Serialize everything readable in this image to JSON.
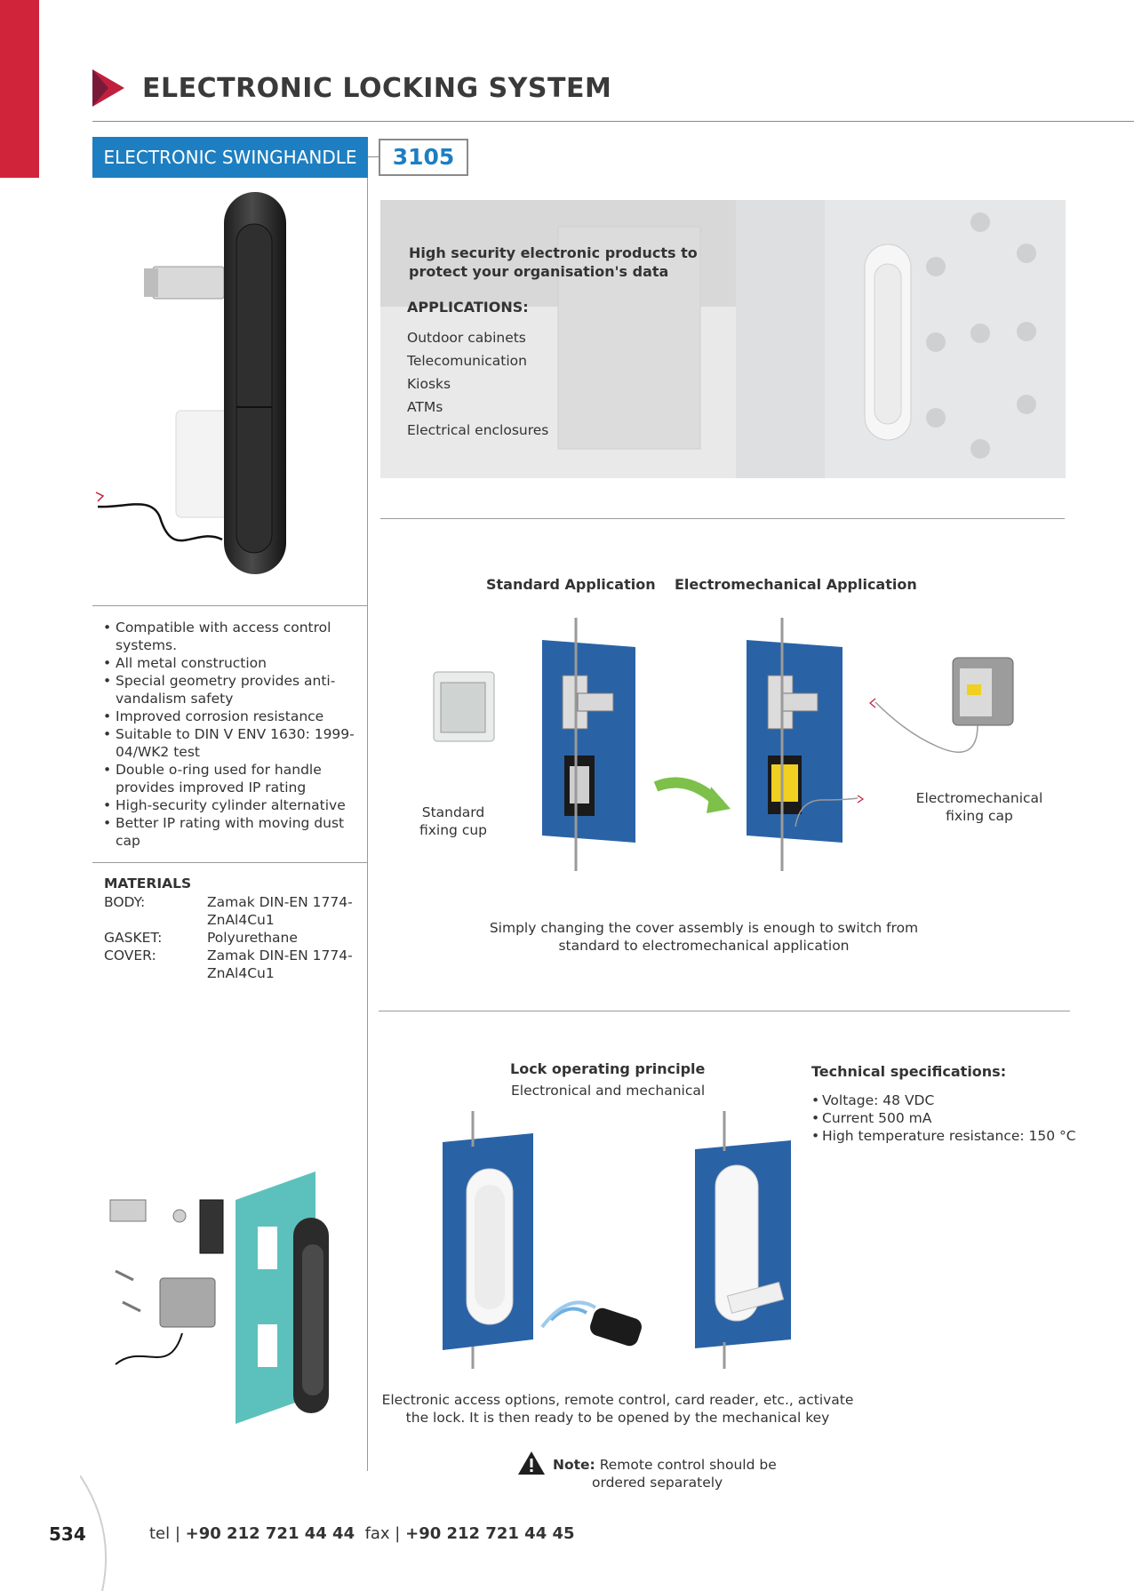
{
  "header": {
    "title": "ELECTRONIC LOCKING SYSTEM"
  },
  "product": {
    "label": "ELECTRONIC SWINGHANDLE",
    "code": "3105"
  },
  "features": [
    "Compatible with access control systems.",
    "All metal construction",
    "Special geometry provides anti-vandalism safety",
    "Improved corrosion resistance",
    "Suitable to DIN V ENV 1630: 1999-04/WK2 test",
    "Double o-ring used for handle provides improved IP rating",
    "High-security cylinder alternative",
    "Better IP rating with moving dust cap"
  ],
  "materials": {
    "heading": "MATERIALS",
    "rows": [
      {
        "key": "BODY:",
        "value": "Zamak DIN-EN 1774-ZnAl4Cu1"
      },
      {
        "key": "GASKET:",
        "value": "Polyurethane"
      },
      {
        "key": "COVER:",
        "value": "Zamak DIN-EN 1774-ZnAl4Cu1"
      }
    ]
  },
  "hero": {
    "tagline_1": "High security electronic products to",
    "tagline_2": "protect your organisation's data",
    "applications_heading": "APPLICATIONS:",
    "applications": [
      "Outdoor cabinets",
      "Telecomunication",
      "Kiosks",
      "ATMs",
      "Electrical enclosures"
    ]
  },
  "application_section": {
    "standard_heading": "Standard Application",
    "electromechanical_heading": "Electromechanical Application",
    "standard_cup_1": "Standard",
    "standard_cup_2": "fixing cup",
    "electro_cap_1": "Electromechanical",
    "electro_cap_2": "fixing cap",
    "caption_1": "Simply changing the cover assembly is enough to switch from",
    "caption_2": "standard to electromechanical application"
  },
  "lock_section": {
    "heading": "Lock operating principle",
    "subheading": "Electronical and mechanical",
    "caption_1": "Electronic access options, remote control, card reader, etc., activate",
    "caption_2": "the lock. It is then ready to be opened by the mechanical key"
  },
  "tech_specs": {
    "heading": "Technical specifications:",
    "items": [
      "Voltage: 48 VDC",
      "Current 500 mA",
      "High temperature resistance: 150 °C"
    ]
  },
  "note": {
    "label": "Note:",
    "text_1": "Remote control should be",
    "text_2": "ordered separately"
  },
  "footer": {
    "page_number": "534",
    "tel_label": "tel |",
    "tel": "+90 212 721 44 44",
    "fax_label": "fax |",
    "fax": "+90 212 721 44 45"
  },
  "colors": {
    "accent_red": "#d0243a",
    "accent_blue": "#1d7fc1",
    "panel_blue": "#2a62a6",
    "glass_teal": "#3fb6b0"
  }
}
